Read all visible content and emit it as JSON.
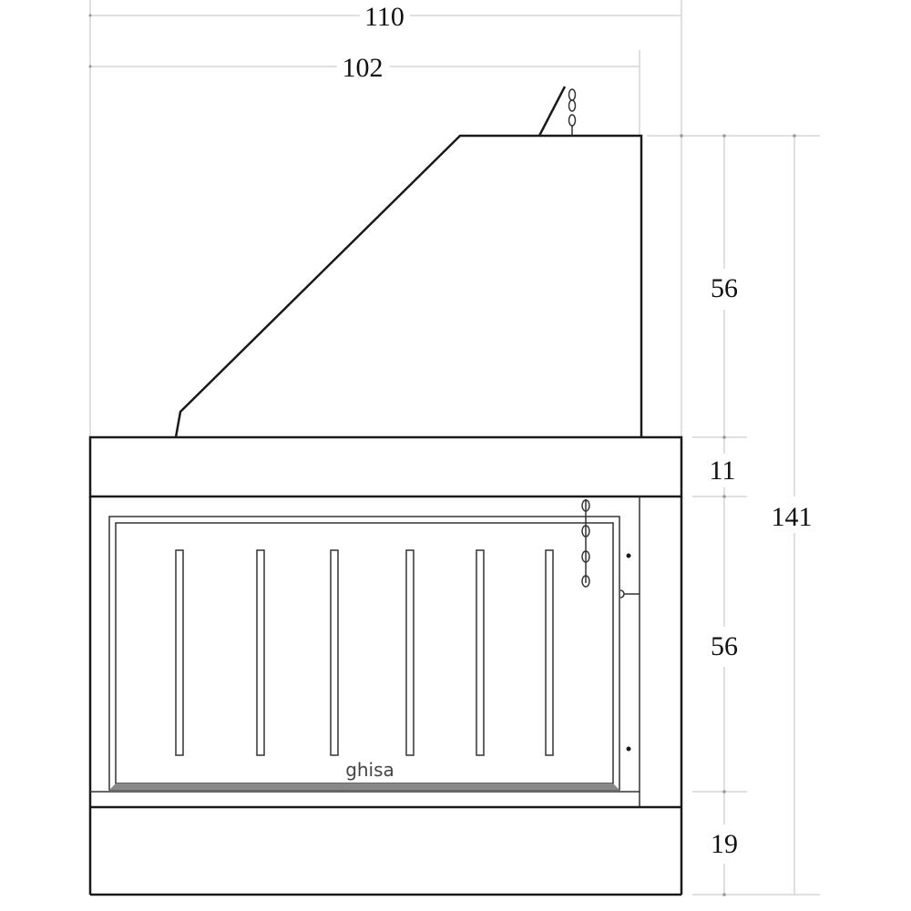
{
  "drawing": {
    "subject": "fireplace-insert-elevation",
    "colors": {
      "outline": "#1a1a1a",
      "dimension_line": "#d6d6d6",
      "text": "#111111",
      "grate_fill": "#888888"
    },
    "dimensions": {
      "overall_width": "110",
      "hood_width": "102",
      "hood_height": "56",
      "lintel_height": "11",
      "opening_height": "56",
      "base_height": "19",
      "total_height": "141"
    },
    "labels": {
      "material": "ghisa"
    },
    "bars_count": 6
  }
}
